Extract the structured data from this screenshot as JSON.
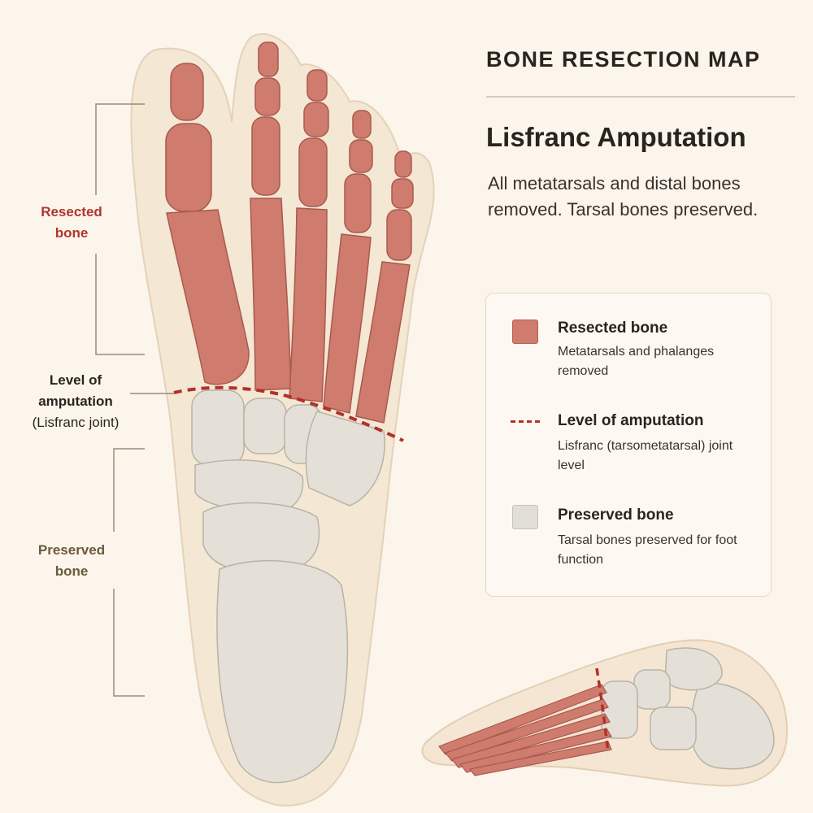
{
  "header": {
    "title": "BONE RESECTION MAP"
  },
  "procedure": {
    "title": "Lisfranc Amputation",
    "description": "All metatarsals and distal bones removed. Tarsal bones preserved."
  },
  "annotations": {
    "resected_line1": "Resected",
    "resected_line2": "bone",
    "level_line1": "Level of",
    "level_line2": "amputation",
    "level_line3": "(Lisfranc joint)",
    "preserved_line1": "Preserved",
    "preserved_line2": "bone"
  },
  "legend": {
    "items": [
      {
        "label": "Resected bone",
        "description": "Metatarsals and phalanges removed",
        "color": "#cf7b6e"
      },
      {
        "label": "Level of amputation",
        "description": "Lisfranc (tarsometatarsal) joint level",
        "color": "#b2302a"
      },
      {
        "label": "Preserved bone",
        "description": "Tarsal bones preserved for foot function",
        "color": "#e2dfd8"
      }
    ]
  },
  "colors": {
    "resected": "#cf7b6e",
    "resected_outline": "#a85a4e",
    "amputation_line": "#b2302a",
    "preserved": "#e4e0d8",
    "preserved_outline": "#b9b3a6",
    "skin": "#f4e6d2",
    "background": "#fbf5ec"
  }
}
